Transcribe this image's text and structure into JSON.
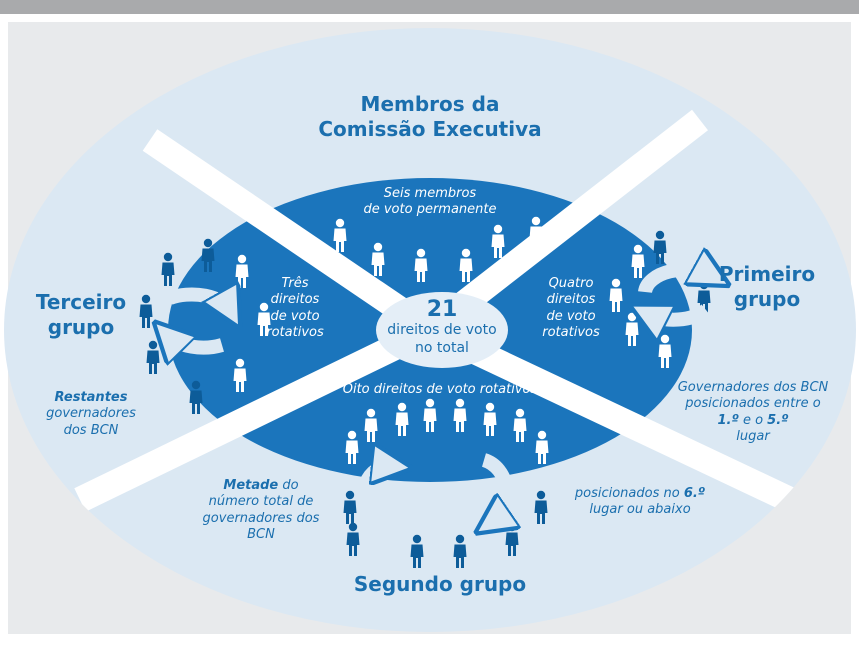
{
  "colors": {
    "top_band": "#a9aaac",
    "panel_bg": "#e8eaec",
    "outer_ring": "#dbe8f3",
    "inner_ellipse": "#1b75bc",
    "center_ellipse": "#e4eef7",
    "white_figure": "#ffffff",
    "dark_figure": "#0d5c99",
    "title_text": "#1b6fae"
  },
  "header": {
    "title": "Membros da",
    "title_line2": "Comissão Executiva"
  },
  "inner": {
    "top_text": "Seis membros",
    "top_text2": "de voto permanente",
    "left_text": [
      "Três",
      "direitos",
      "de voto",
      "rotativos"
    ],
    "right_text": [
      "Quatro",
      "direitos",
      "de voto",
      "rotativos"
    ],
    "bottom_text": "Oito direitos de voto rotativos"
  },
  "center": {
    "number": "21",
    "line1": "direitos de voto",
    "line2": "no total"
  },
  "groups": {
    "first": {
      "label": "Primeiro",
      "label2": "grupo",
      "desc1": "Governadores dos BCN",
      "desc2": "posicionados entre o",
      "desc3_b1": "1.º",
      "desc3_mid": " e o ",
      "desc3_b2": "5.º",
      "desc4": "lugar"
    },
    "second": {
      "label": "Segundo grupo"
    },
    "third": {
      "label": "Terceiro",
      "label2": "grupo",
      "desc_bold": "Restantes",
      "desc2": "governadores",
      "desc3": "dos BCN"
    }
  },
  "second_group_notes": {
    "left_bold": "Metade",
    "left_1": " do",
    "left_2": "número total de",
    "left_3": "governadores dos",
    "left_4": "BCN",
    "right_1": "posicionados no ",
    "right_bold": "6.º",
    "right_2": "lugar ou abaixo"
  },
  "figure_counts": {
    "permanent": 6,
    "first_rotating": 4,
    "third_rotating": 3,
    "second_rotating": 8
  }
}
